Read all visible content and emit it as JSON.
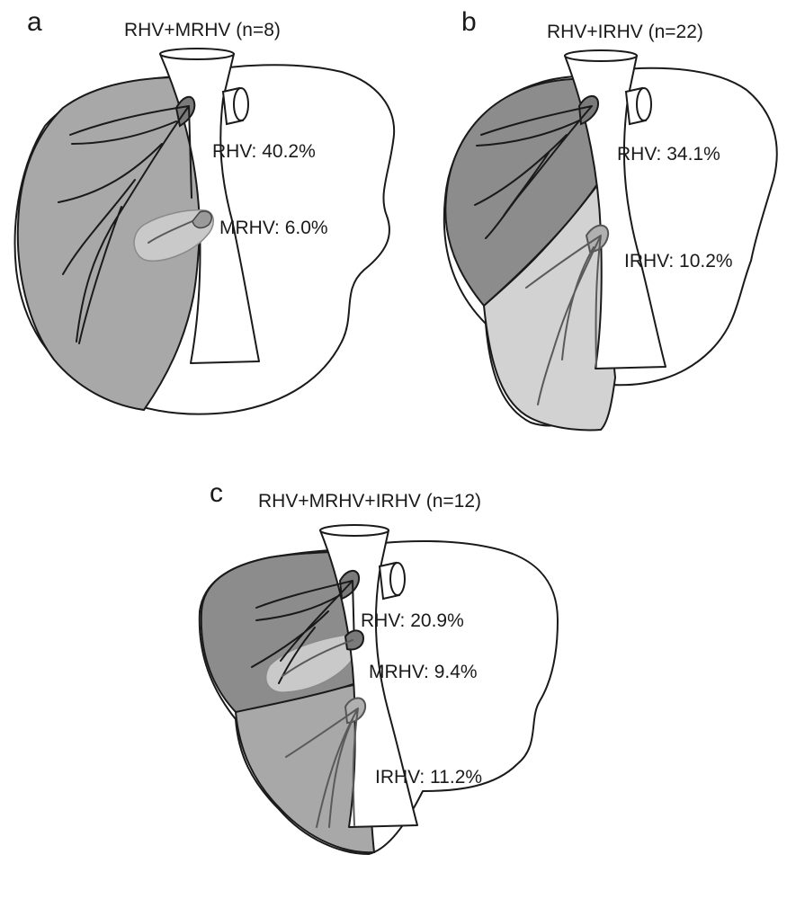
{
  "panels": [
    {
      "letter": "a",
      "title": "RHV+MRHV (n=8)",
      "labels": [
        "RHV: 40.2%",
        "MRHV: 6.0%"
      ]
    },
    {
      "letter": "b",
      "title": "RHV+IRHV (n=22)",
      "labels": [
        "RHV: 34.1%",
        "IRHV: 10.2%"
      ]
    },
    {
      "letter": "c",
      "title": "RHV+MRHV+IRHV (n=12)",
      "labels": [
        "RHV: 20.9%",
        "MRHV: 9.4%",
        "IRHV: 11.2%"
      ]
    }
  ],
  "colors": {
    "rhv_region": "#8c8c8c",
    "irhv_region": "#d2d2d2",
    "mrhv_region": "#c9c9c9",
    "outline": "#1a1a1a"
  }
}
